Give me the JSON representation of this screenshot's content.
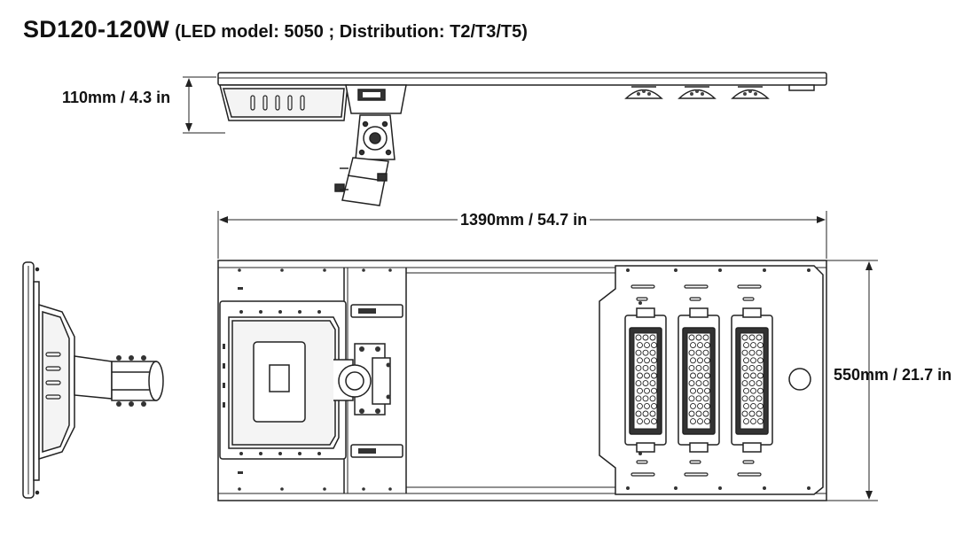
{
  "title": {
    "model": "SD120-120W",
    "spec": "(LED model: 5050 ; Distribution: T2/T3/T5)"
  },
  "dimensions": {
    "height": "110mm / 4.3 in",
    "length": "1390mm / 54.7 in",
    "width": "550mm / 21.7 in"
  },
  "colors": {
    "line": "#222222",
    "fill_dark": "#333333",
    "fill_light": "#f2f2f2"
  }
}
